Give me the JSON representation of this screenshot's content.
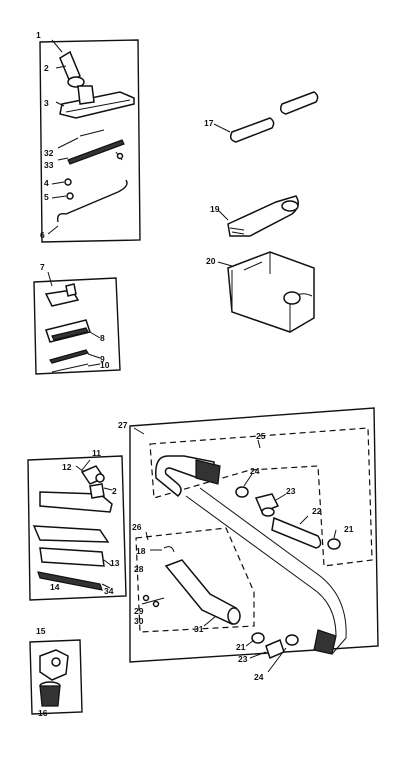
{
  "labels": {
    "l1": "1",
    "l2a": "2",
    "l3": "3",
    "l32": "32",
    "l33": "33",
    "l4": "4",
    "l5": "5",
    "l6": "6",
    "l7": "7",
    "l8": "8",
    "l9": "9",
    "l10": "10",
    "l11": "11",
    "l12": "12",
    "l2b": "2",
    "l13": "13",
    "l14": "14",
    "l34": "34",
    "l15": "15",
    "l16": "16",
    "l17": "17",
    "l19": "19",
    "l20": "20",
    "l27": "27",
    "l25": "25",
    "l24a": "24",
    "l23": "23",
    "l22": "22",
    "l21a": "21",
    "l26": "26",
    "l18": "18",
    "l28": "28",
    "l29": "29",
    "l30": "30",
    "l31": "31",
    "l21b": "21",
    "l23b": "23",
    "l24b": "24"
  }
}
